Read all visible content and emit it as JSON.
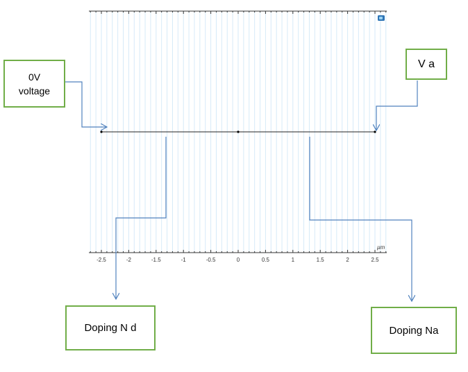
{
  "geometry": {
    "axis": {
      "ticks": [
        "-2.5",
        "-2",
        "-1.5",
        "-1",
        "-0.5",
        "0",
        "0.5",
        "1",
        "1.5",
        "2",
        "2.5"
      ],
      "unit": "µm"
    },
    "domain_line": {
      "from": -2.5,
      "to": 2.5,
      "midpoint": 0
    }
  },
  "labels": {
    "zero_voltage": {
      "line1": "0V",
      "line2": "voltage"
    },
    "applied_voltage": "V a",
    "doping_nd": "Doping N d",
    "doping_na": "Doping Na"
  },
  "colors": {
    "box_border": "#70ad47",
    "arrow": "#4f81bd",
    "grid": "#d6eaf8",
    "axis": "#333333",
    "toolbar_icon": "#2e75b6"
  },
  "icons": [
    "graphics-toolbar-icon"
  ]
}
